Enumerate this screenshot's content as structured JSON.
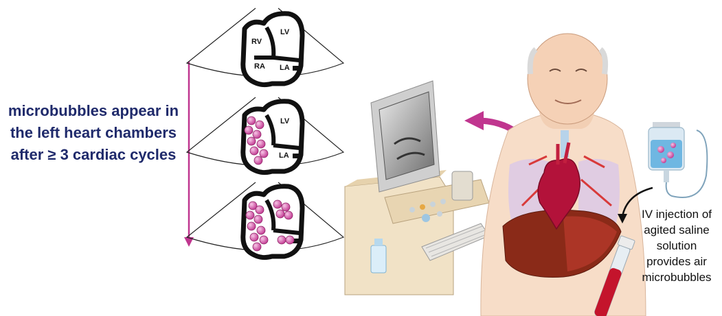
{
  "caption": {
    "line1": "microbubbles appear in",
    "line2": "the left heart chambers",
    "line3": "after ≥ 3 cardiac cycles"
  },
  "echo_views": [
    {
      "chambers": {
        "rv": "RV",
        "lv": "LV",
        "ra": "RA",
        "la": "LA"
      }
    },
    {
      "chambers": {
        "lv": "LV",
        "la": "LA"
      }
    },
    {
      "chambers": {}
    }
  ],
  "iv_caption": {
    "line1": "IV injection of",
    "line2": "agited saline",
    "line3": "solution",
    "line4": "provides air",
    "line5": "microbubbles"
  },
  "colors": {
    "caption_text": "#1f2a6b",
    "time_arrow": "#c0368f",
    "microbubble": "#e080c0",
    "heart": "#b3123a",
    "liver": "#8a2a18",
    "skin": "#f7ddc8"
  },
  "icons": [
    "echo-sector-icon",
    "time-arrow-icon",
    "ultrasound-machine-icon",
    "patient-icon",
    "heart-icon",
    "liver-icon",
    "iv-bag-icon",
    "blood-tube-icon",
    "curved-arrow-icon"
  ]
}
